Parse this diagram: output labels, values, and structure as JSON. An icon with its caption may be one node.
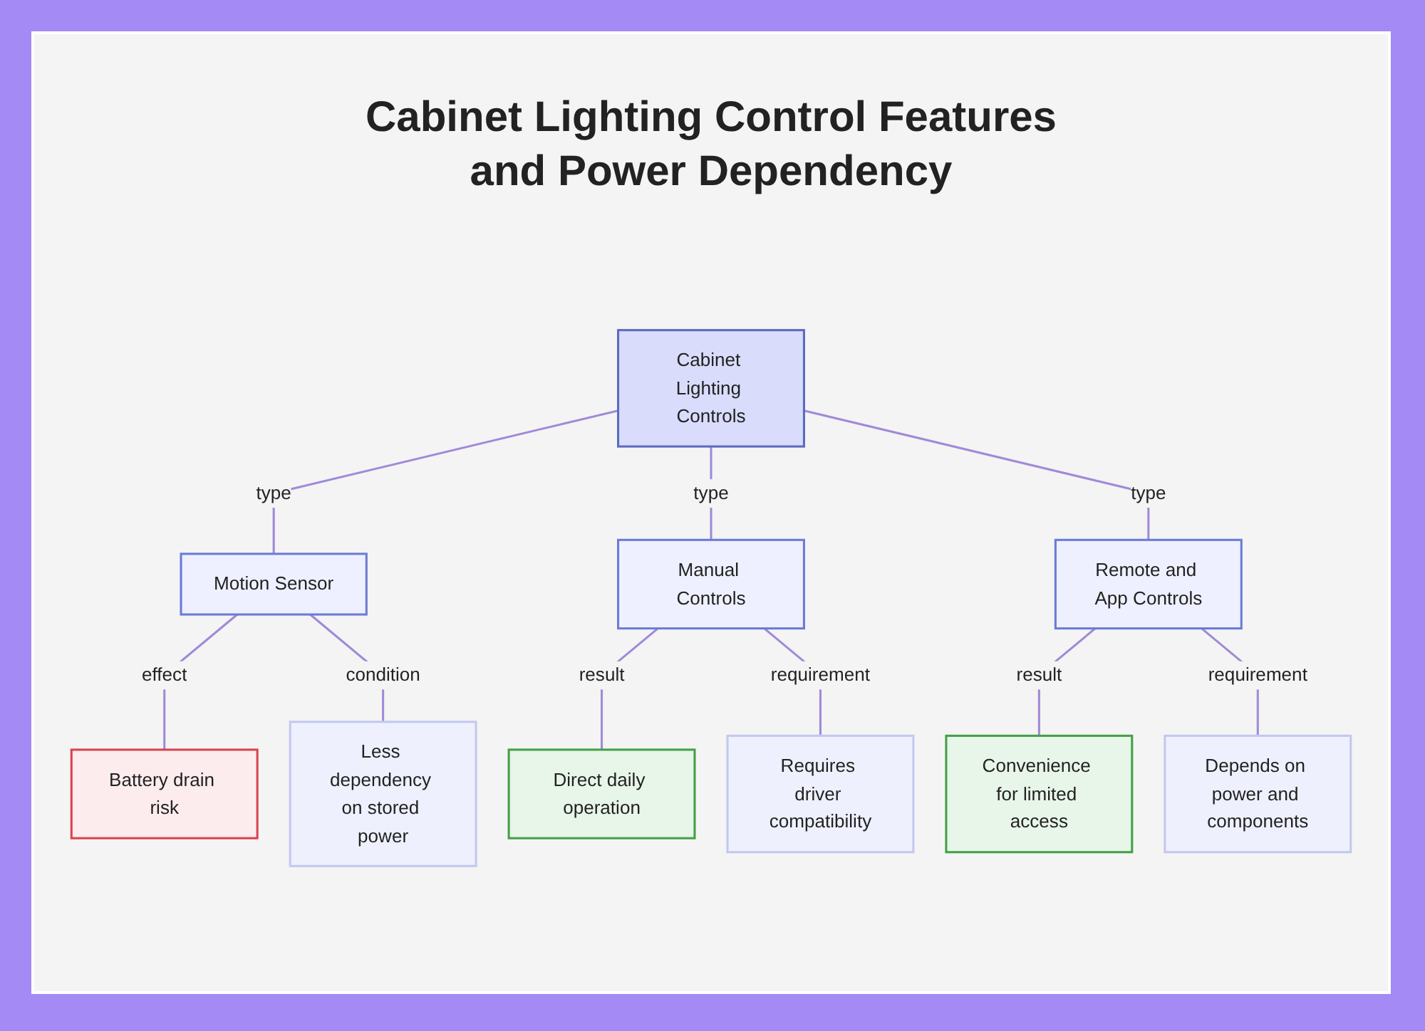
{
  "diagram": {
    "title": "Cabinet Lighting Control Features and Power Dependency",
    "nodes": [
      {
        "text": [
          "Cabinet Lighting Controls"
        ]
      },
      {
        "text": [
          "Motion Sensor"
        ]
      },
      {
        "text": [
          "Manual Controls"
        ]
      },
      {
        "text": [
          "Remote and App Controls"
        ]
      },
      {
        "text": [
          "Battery drain risk"
        ]
      },
      {
        "text": [
          "Less dependency on stored power"
        ]
      },
      {
        "text": [
          "Direct daily operation"
        ]
      },
      {
        "text": [
          "Requires driver compatibility"
        ]
      },
      {
        "text": [
          "Convenience for limited access"
        ]
      },
      {
        "text": [
          "Depends on power and components"
        ]
      }
    ],
    "edges": [
      {
        "from": 0,
        "to": 1,
        "arrow": "none",
        "label": "type"
      },
      {
        "from": 0,
        "to": 2,
        "arrow": "none",
        "label": "type"
      },
      {
        "from": 0,
        "to": 3,
        "arrow": "none",
        "label": "type"
      },
      {
        "from": 1,
        "to": 4,
        "arrow": "none",
        "label": "effect"
      },
      {
        "from": 1,
        "to": 5,
        "arrow": "none",
        "label": "condition"
      },
      {
        "from": 2,
        "to": 6,
        "arrow": "none",
        "label": "result"
      },
      {
        "from": 2,
        "to": 7,
        "arrow": "none",
        "label": "requirement"
      },
      {
        "from": 3,
        "to": 8,
        "arrow": "none",
        "label": "result"
      },
      {
        "from": 3,
        "to": 9,
        "arrow": "none",
        "label": "requirement"
      }
    ]
  }
}
